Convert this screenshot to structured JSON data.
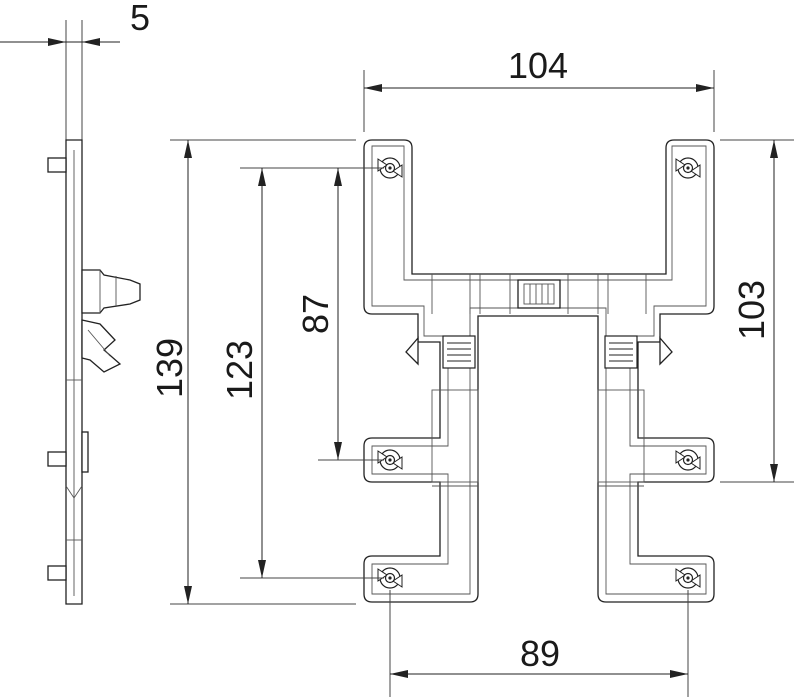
{
  "dimensions": {
    "thickness": "5",
    "width_total": "104",
    "height_total": "139",
    "height_holes_outer": "123",
    "height_holes_inner": "87",
    "height_right": "103",
    "width_bottom": "89"
  }
}
